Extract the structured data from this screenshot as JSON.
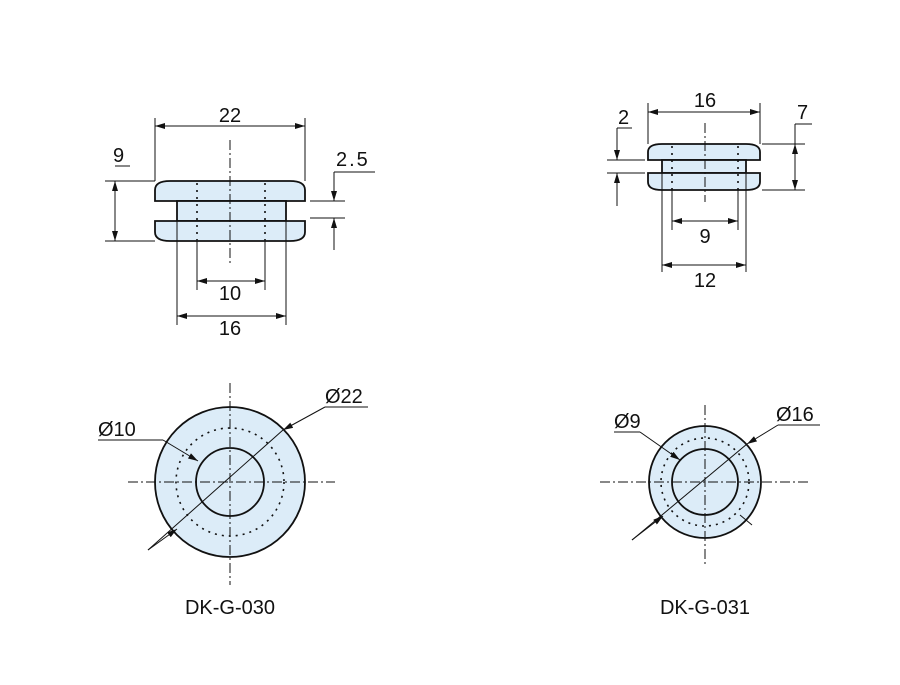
{
  "colors": {
    "part_fill": "#dcecf8",
    "line": "#111111"
  },
  "left": {
    "model": "DK-G-030",
    "dims": {
      "overall_width": "22",
      "height": "9",
      "groove": "2.5",
      "hole": "10",
      "neck": "16",
      "outer_dia": "Ø22",
      "inner_dia": "Ø10"
    }
  },
  "right": {
    "model": "DK-G-031",
    "dims": {
      "overall_width": "16",
      "height": "7",
      "groove": "2",
      "hole": "9",
      "neck": "12",
      "outer_dia": "Ø16",
      "inner_dia": "Ø9"
    }
  }
}
